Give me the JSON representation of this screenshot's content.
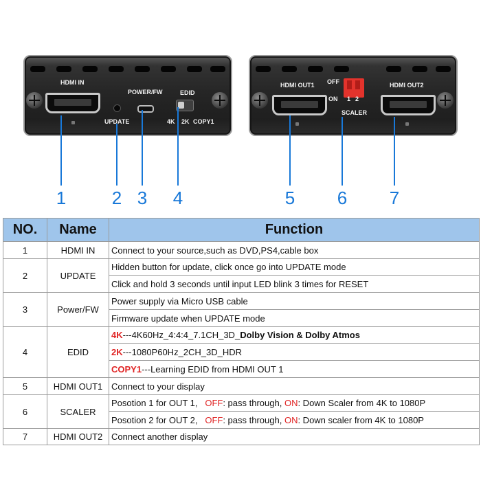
{
  "device": {
    "left_panel": {
      "hdmi_in_label": "HDMI IN",
      "power_label": "POWER/FW",
      "edid_label": "EDID",
      "update_label": "UPDATE",
      "edid_opt_4k": "4K",
      "edid_opt_2k": "2K",
      "edid_opt_copy": "COPY1"
    },
    "right_panel": {
      "hdmi_out1_label": "HDMI OUT1",
      "hdmi_out2_label": "HDMI OUT2",
      "off_label": "OFF",
      "on_label": "ON",
      "dip_1": "1",
      "dip_2": "2",
      "scaler_label": "SCALER"
    },
    "callouts": [
      "1",
      "2",
      "3",
      "4",
      "5",
      "6",
      "7"
    ]
  },
  "table": {
    "headers": {
      "no": "NO.",
      "name": "Name",
      "function": "Function"
    },
    "rows": [
      {
        "no": "1",
        "name": "HDMI IN",
        "functions": [
          "Connect to your source,such as DVD,PS4,cable box"
        ]
      },
      {
        "no": "2",
        "name": "UPDATE",
        "functions": [
          "Hidden button for update, click once go into UPDATE mode",
          "Click and hold 3 seconds until input LED blink 3 times for RESET"
        ]
      },
      {
        "no": "3",
        "name": "Power/FW",
        "functions": [
          "Power supply via Micro USB cable",
          "Firmware update when UPDATE mode"
        ]
      },
      {
        "no": "4",
        "name": "EDID",
        "functions": [
          {
            "key": "4K",
            "sep": "---",
            "text": "4K60Hz_4:4:4_7.1CH_3D_",
            "bold": "Dolby Vision & Dolby Atmos"
          },
          {
            "key": "2K",
            "sep": "---",
            "text": "1080P60Hz_2CH_3D_HDR"
          },
          {
            "key": "COPY1",
            "sep": "---",
            "text": "Learning EDID from HDMI OUT 1"
          }
        ]
      },
      {
        "no": "5",
        "name": "HDMI OUT1",
        "functions": [
          "Connect to your display"
        ]
      },
      {
        "no": "6",
        "name": "SCALER",
        "functions": [
          {
            "pre": "Posotion 1 for OUT 1,   ",
            "off": "OFF",
            "mid": ": pass through, ",
            "on": "ON",
            "post": ": Down Scaler from 4K to 1080P"
          },
          {
            "pre": "Posotion 2 for OUT 2,   ",
            "off": "OFF",
            "mid": ": pass through, ",
            "on": "ON",
            "post": ": Down scaler from 4K to 1080P"
          }
        ]
      },
      {
        "no": "7",
        "name": "HDMI OUT2",
        "functions": [
          "Connect another display"
        ]
      }
    ]
  },
  "colors": {
    "header_bg": "#9fc5eb",
    "callout": "#1878d8",
    "highlight": "#e02424",
    "dip_switch": "#e3332c"
  }
}
